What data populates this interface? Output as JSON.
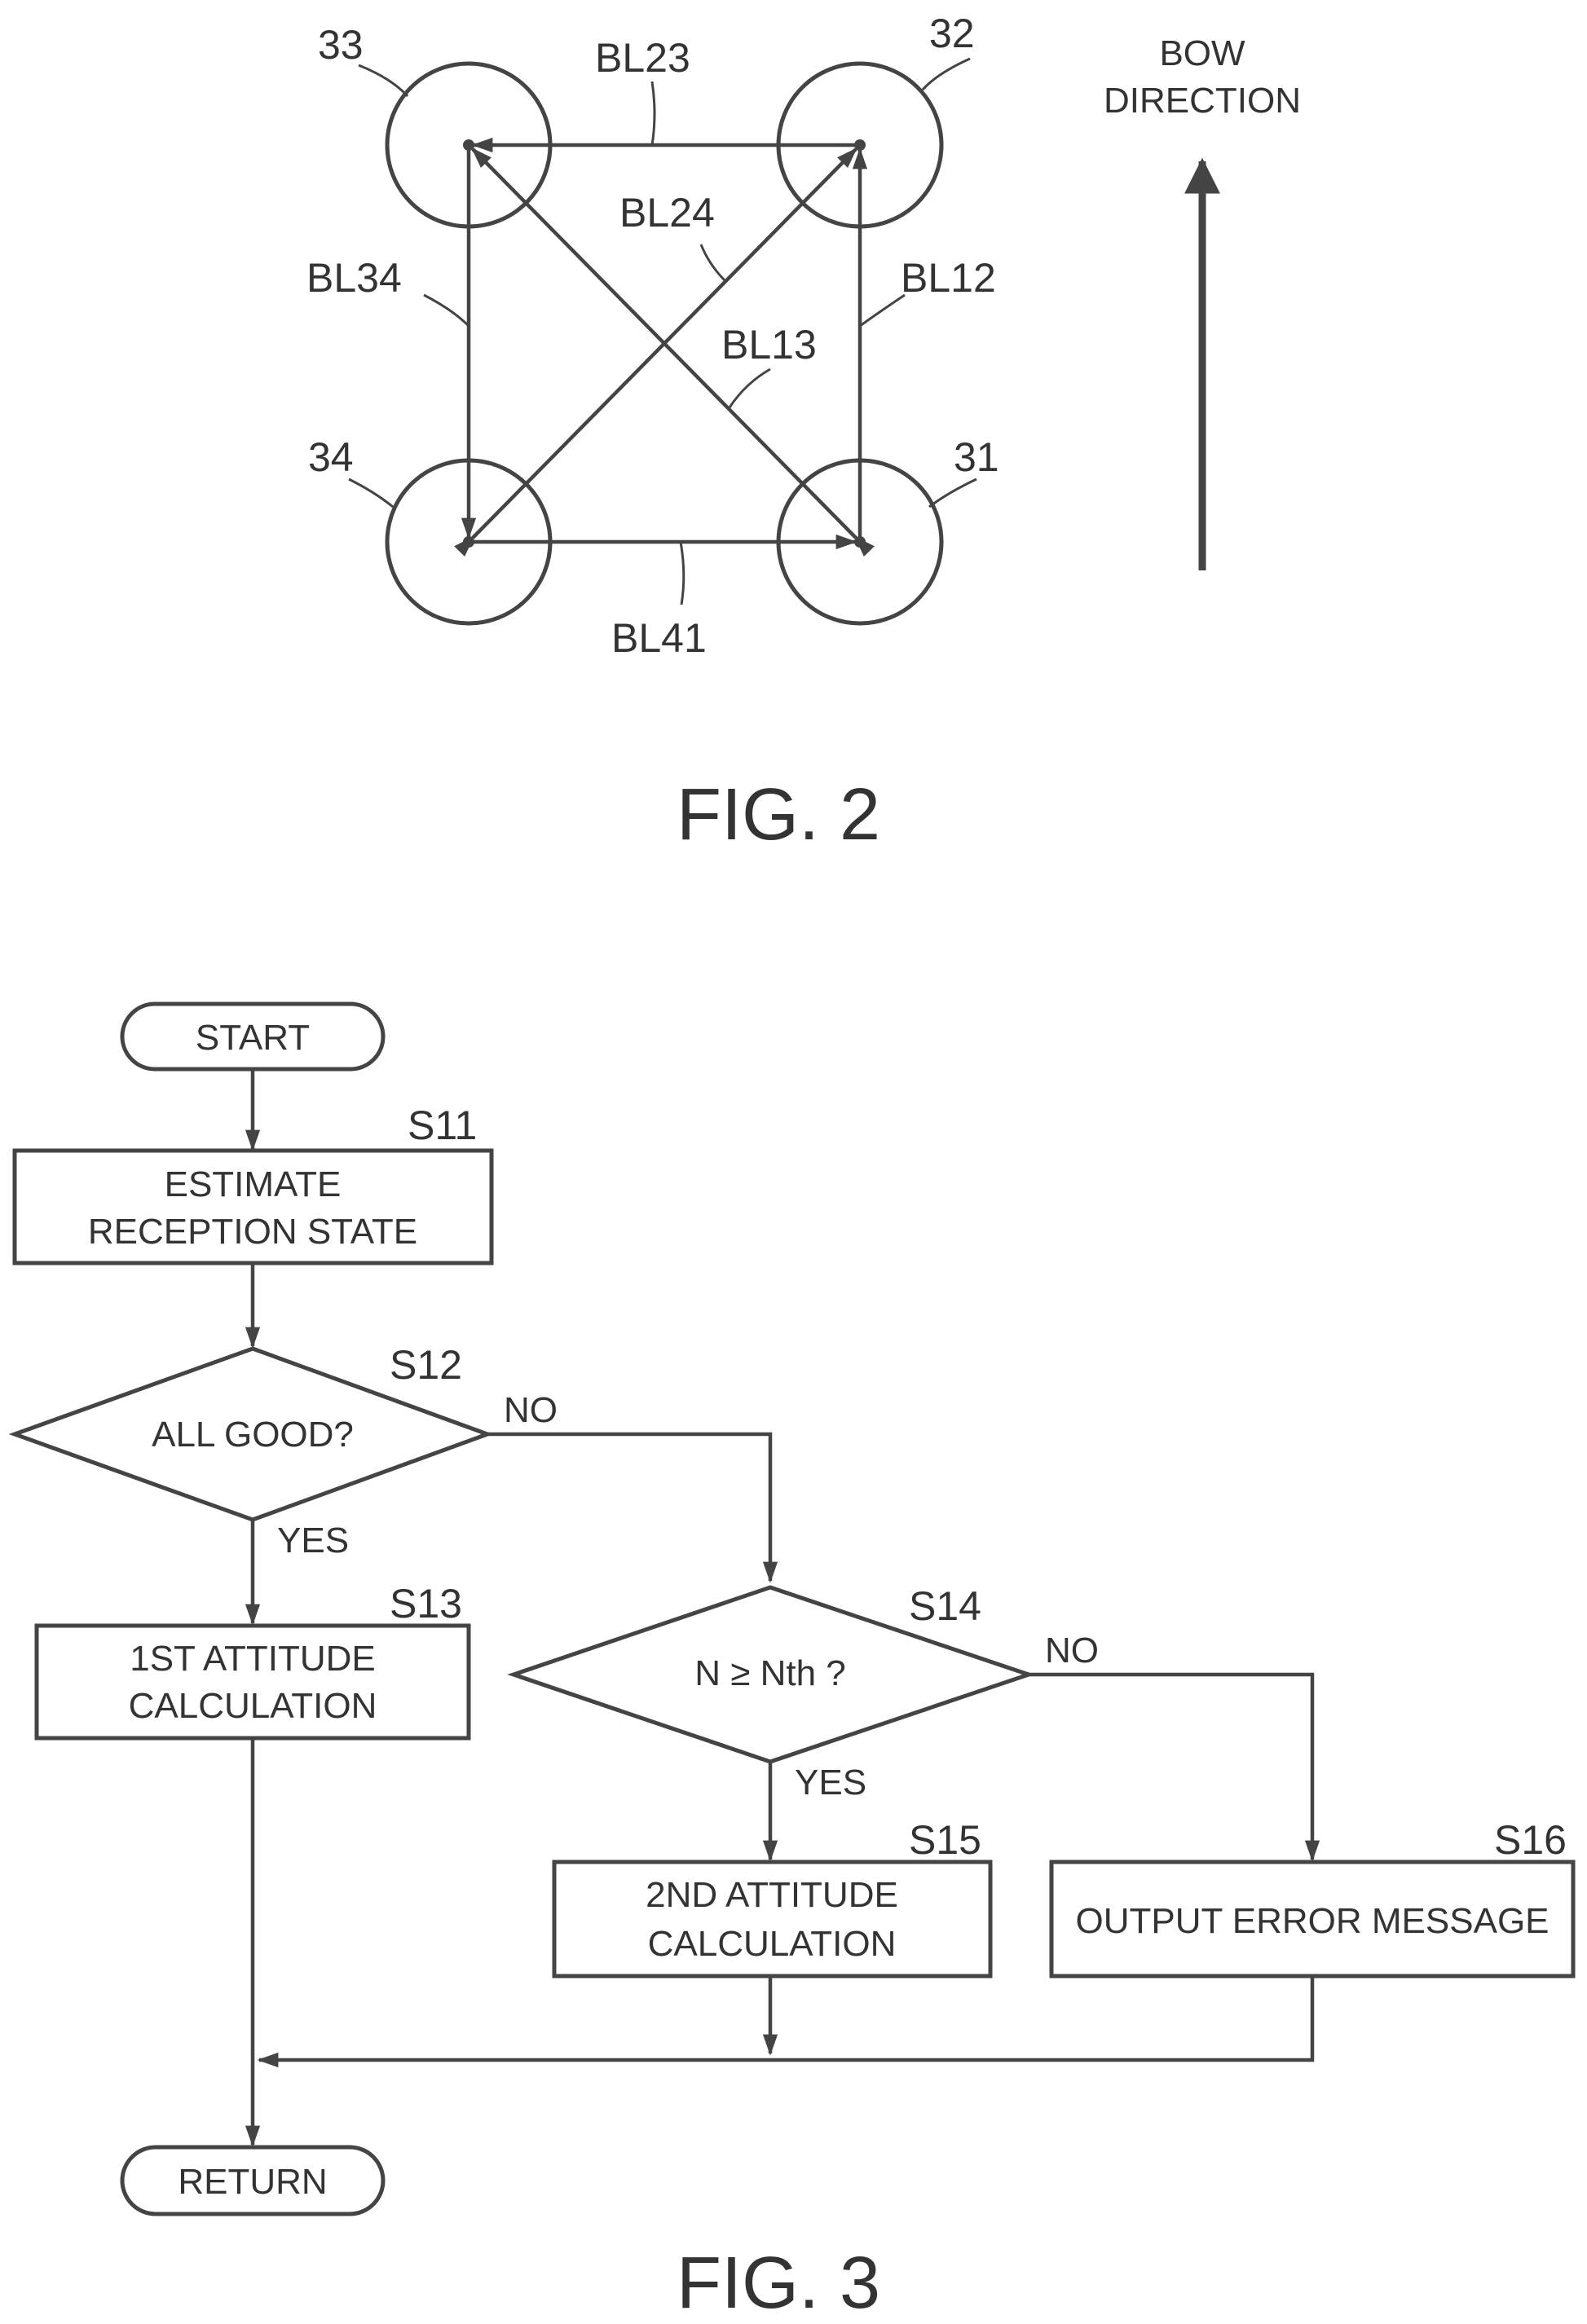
{
  "fig2": {
    "caption": "FIG. 2",
    "antennas": [
      {
        "id": "31",
        "label": "31"
      },
      {
        "id": "32",
        "label": "32"
      },
      {
        "id": "33",
        "label": "33"
      },
      {
        "id": "34",
        "label": "34"
      }
    ],
    "baselines": {
      "bl12": "BL12",
      "bl13": "BL13",
      "bl23": "BL23",
      "bl24": "BL24",
      "bl34": "BL34",
      "bl41": "BL41"
    },
    "bow_line1": "BOW",
    "bow_line2": "DIRECTION"
  },
  "fig3": {
    "caption": "FIG. 3",
    "start": "START",
    "return": "RETURN",
    "s11": {
      "step": "S11",
      "line1": "ESTIMATE",
      "line2": "RECEPTION STATE"
    },
    "s12": {
      "step": "S12",
      "text": "ALL GOOD?",
      "no": "NO",
      "yes": "YES"
    },
    "s13": {
      "step": "S13",
      "line1": "1ST ATTITUDE",
      "line2": "CALCULATION"
    },
    "s14": {
      "step": "S14",
      "text": "N ≥ Nth ?",
      "no": "NO",
      "yes": "YES"
    },
    "s15": {
      "step": "S15",
      "line1": "2ND ATTITUDE",
      "line2": "CALCULATION"
    },
    "s16": {
      "step": "S16",
      "text": "OUTPUT ERROR MESSAGE"
    }
  }
}
